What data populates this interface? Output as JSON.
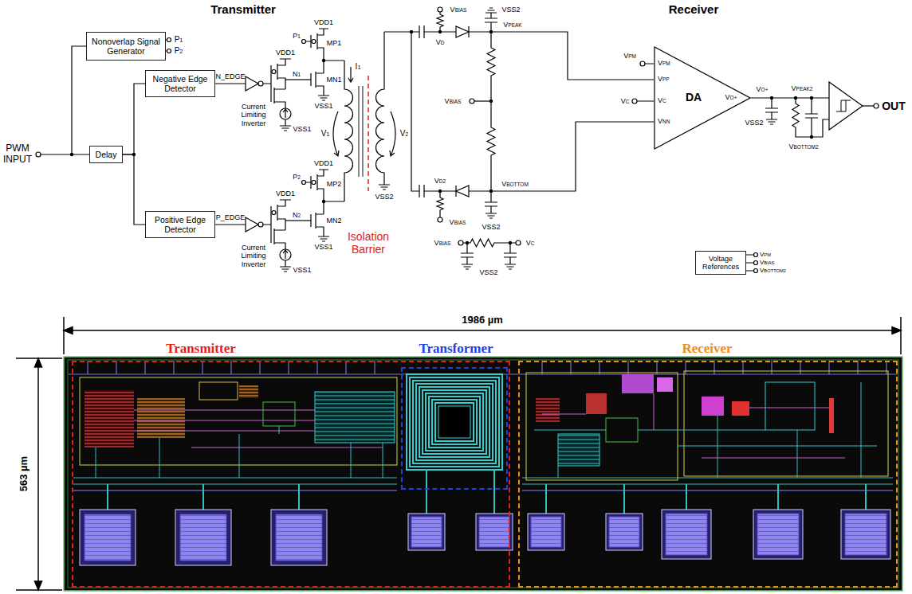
{
  "diagram": {
    "nodes": [
      {
        "text": [
          "Nonoverlap Signal Generator"
        ]
      },
      {
        "text": [
          "Negative Edge Detector"
        ]
      },
      {
        "text": [
          "Delay"
        ]
      },
      {
        "text": [
          "Positive Edge Detector"
        ]
      },
      {
        "text": [
          "VPM",
          "VPP",
          "VC",
          "VNN",
          "DA",
          "VO+"
        ]
      },
      {
        "text": [
          "Voltage References"
        ]
      },
      {
        "text": [
          "Transmitter"
        ]
      },
      {
        "text": [
          "Transformer"
        ],
        "in": 6
      },
      {
        "text": [
          "Receiver"
        ]
      }
    ],
    "edges": [
      {
        "from": 2,
        "to": 1,
        "arrow": "none"
      },
      {
        "from": 2,
        "to": 3,
        "arrow": "none"
      }
    ],
    "labels": [
      "Transmitter",
      "Receiver",
      "PWM INPUT",
      "P1",
      "P2",
      "N_EDGE",
      "VDD1",
      "N1",
      "Current Limiting Inverter",
      "VSS1",
      "P1",
      "VDD1",
      "MP1",
      "MN1",
      "VSS1",
      "P_EDGE",
      "VDD1",
      "N2",
      "Current Limiting Inverter",
      "VSS1",
      "P2",
      "VDD1",
      "MP2",
      "MN2",
      "VSS1",
      "I1",
      "V1",
      "V2",
      "VSS2",
      "Isolation Barrier",
      "VBIAS",
      "VD",
      "VSS2",
      "VPEAK",
      "VBIAS",
      "VBOTTOM",
      "VD2",
      "VSS2",
      "VBIAS",
      "VPM",
      "VC",
      "VO+",
      "VPEAK2",
      "VSS2",
      "VBOTTOM2",
      "OUT",
      "VPM",
      "VBIAS",
      "VBOTTOM2",
      "VBIAS",
      "VC",
      "VSS2",
      "1986 µm",
      "563 µm"
    ]
  }
}
